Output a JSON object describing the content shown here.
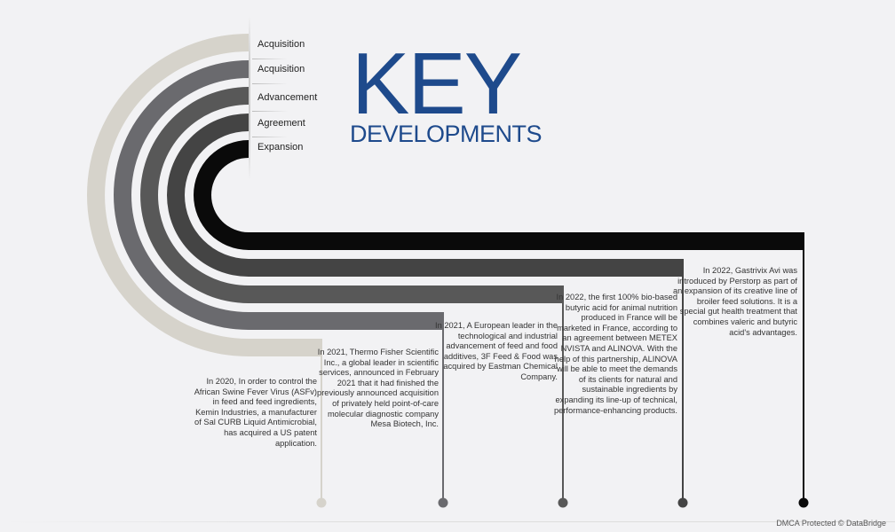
{
  "title": {
    "main": "KEY",
    "sub": "DEVELOPMENTS"
  },
  "colors": {
    "title": "#1e4a8c",
    "rings": [
      "#d6d3cb",
      "#6a6a6e",
      "#585858",
      "#444444",
      "#0a0a0a"
    ]
  },
  "categories": [
    "Acquisition",
    "Acquisition",
    "Advancement",
    "Agreement",
    "Expansion"
  ],
  "developments": [
    "In 2020, In order to control the African Swine Fever Virus (ASFv) in feed and feed ingredients, Kemin Industries, a manufacturer of Sal CURB Liquid Antimicrobial, has acquired a US patent application.",
    "In 2021, Thermo Fisher Scientific Inc., a global leader in scientific services, announced in February 2021 that it had finished the previously announced acquisition of privately held point-of-care molecular diagnostic company Mesa Biotech, Inc.",
    "In 2021, A European leader in the technological and industrial advancement of feed and food additives, 3F Feed & Food was acquired by Eastman Chemical Company.",
    "In 2022, the first 100% bio-based butyric acid for animal nutrition produced in France will be marketed in France, according to an agreement between METEX NVISTA and ALINOVA. With the help of this partnership, ALINOVA will be able to meet the demands of its clients for natural and sustainable ingredients by expanding its line-up of technical, performance-enhancing products.",
    "In 2022, Gastrivix Avi was introduced by Perstorp as part of an expansion of its creative line of broiler feed solutions. It is a special gut health treatment that combines valeric and butyric acid's advantages."
  ],
  "footer": "DMCA Protected © DataBridge"
}
